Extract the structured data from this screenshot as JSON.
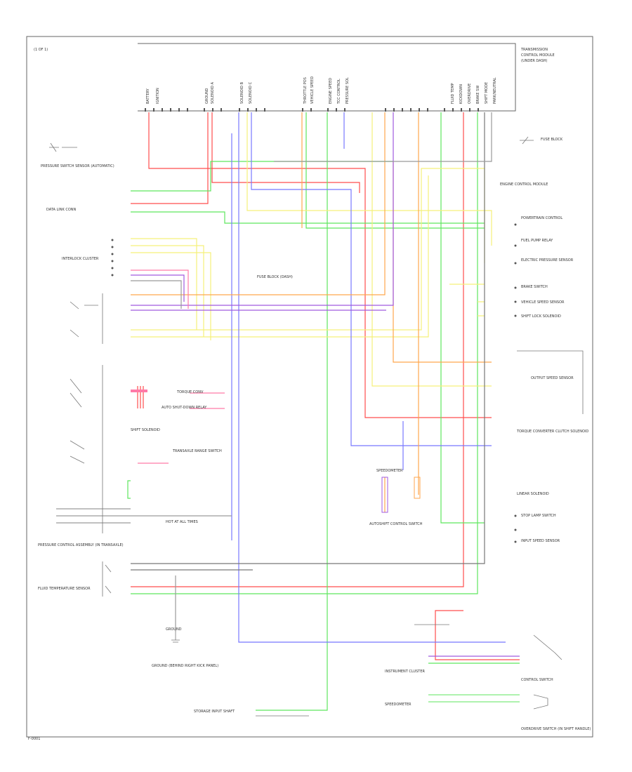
{
  "diagram": {
    "header_note": "(1 OF 1)",
    "footer_code": "F-0001",
    "module_label": [
      "TRANSMISSION",
      "CONTROL MODULE",
      "(UNDER DASH)"
    ],
    "module_pins_left": [
      "BATTERY",
      "IGNITION",
      "GROUND",
      "SOLENOID A",
      "SOLENOID B",
      "SOLENOID C"
    ],
    "module_pins_mid": [
      "THROTTLE POS",
      "VEHICLE SPEED",
      "ENGINE SPEED",
      "TCC CONTROL",
      "PRESSURE SOL"
    ],
    "module_pins_right": [
      "FLUID TEMP",
      "KICKDOWN",
      "OVERDRIVE",
      "BRAKE SW",
      "SHIFT MODE",
      "PARK/NEUTRAL"
    ],
    "left_components": [
      "PRESSURE SWITCH SENSOR (AUTOMATIC)",
      "DATA LINK CONN",
      "INTERLOCK CLUSTER",
      "SHIFT SOLENOID",
      "TRANSAXLE RANGE SWITCH",
      "PRESSURE CONTROL ASSEMBLY (IN TRANSAXLE)",
      "FLUID TEMPERATURE SENSOR"
    ],
    "center_components": [
      "FUSE BLOCK (DASH)",
      "TORQUE CONV",
      "AUTO SHUT-DOWN RELAY",
      "HOT AT ALL TIMES",
      "AUTOSHIFT CONTROL SWITCH",
      "SPEEDOMETER",
      "GROUND"
    ],
    "right_components": [
      "FUSE BLOCK",
      "ENGINE CONTROL MODULE",
      "POWERTRAIN CONTROL",
      "FUEL PUMP RELAY",
      "ELECTRIC PRESSURE SENSOR",
      "BRAKE SWITCH",
      "VEHICLE SPEED SENSOR",
      "SHIFT LOCK SOLENOID",
      "OUTPUT SPEED SENSOR",
      "TORQUE CONVERTER CLUTCH SOLENOID",
      "LINEAR SOLENOID",
      "STOP LAMP SWITCH",
      "INPUT SPEED SENSOR"
    ],
    "bottom_components": [
      "GROUND (BEHIND RIGHT KICK PANEL)",
      "STORAGE INPUT SHAFT",
      "SPEEDOMETER",
      "INSTRUMENT CLUSTER",
      "OVERDRIVE SWITCH (IN SHIFT HANDLE)",
      "CONTROL SWITCH"
    ],
    "wire_colors": {
      "red": "#ff4d4d",
      "green": "#5ee65e",
      "yellow": "#f5f07a",
      "blue": "#7878ff",
      "orange": "#ffa64d",
      "purple": "#a05adf",
      "pink": "#ff7aa8",
      "gray": "#9a9a9a",
      "dark": "#555555"
    }
  }
}
